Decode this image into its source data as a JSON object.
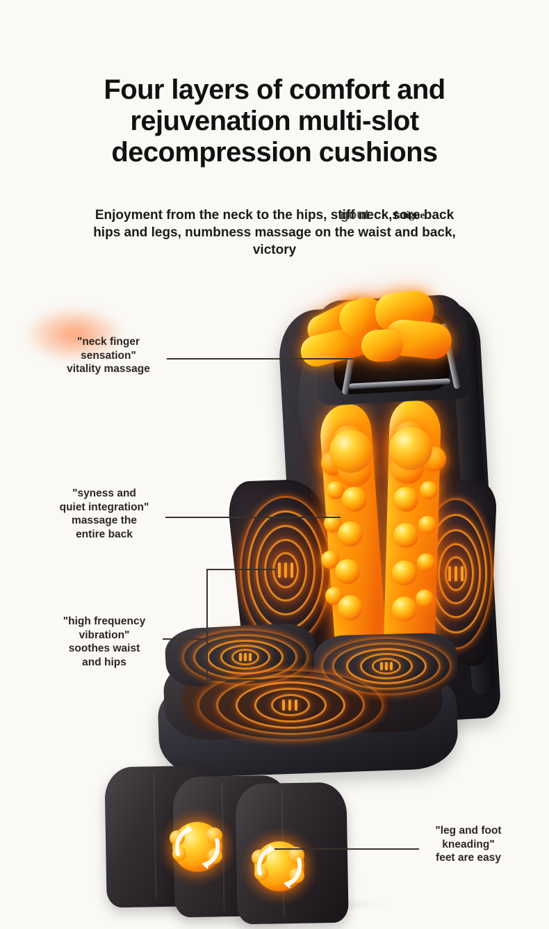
{
  "background_color": "#faf9f5",
  "heading": {
    "line1": "Four layers of comfort and",
    "line2": "rejuvenation multi-slot",
    "line3": "decompression cushions"
  },
  "subheading": {
    "line1": "Enjoyment from the neck to the hips, stiff neck,",
    "line1_tail": "sore back",
    "line1_overlap": "gout",
    "line1_serif": "fatigue",
    "line2": "hips and legs, numbness massage on the waist and back,",
    "line3": "victory"
  },
  "callouts": [
    {
      "id": "neck",
      "line1": "\"neck finger",
      "line2": "sensation\"",
      "line3": "vitality massage"
    },
    {
      "id": "back",
      "line1": "\"syness and",
      "line2": "quiet integration\"",
      "line3": "massage the",
      "line4": "entire back"
    },
    {
      "id": "waist",
      "line1": "\"high frequency",
      "line2": "vibration\"",
      "line3": "soothes waist",
      "line4": "and hips"
    },
    {
      "id": "foot",
      "line1": "\"leg and foot",
      "line2": "kneading\"",
      "line3": "feet are easy"
    }
  ],
  "product": {
    "name": "massage-cushion",
    "body_color": "#2b2a30",
    "glow_color": "#ffa40a",
    "heat_ring_color": "#ff961e",
    "node_highlight": "#ffd83a"
  }
}
